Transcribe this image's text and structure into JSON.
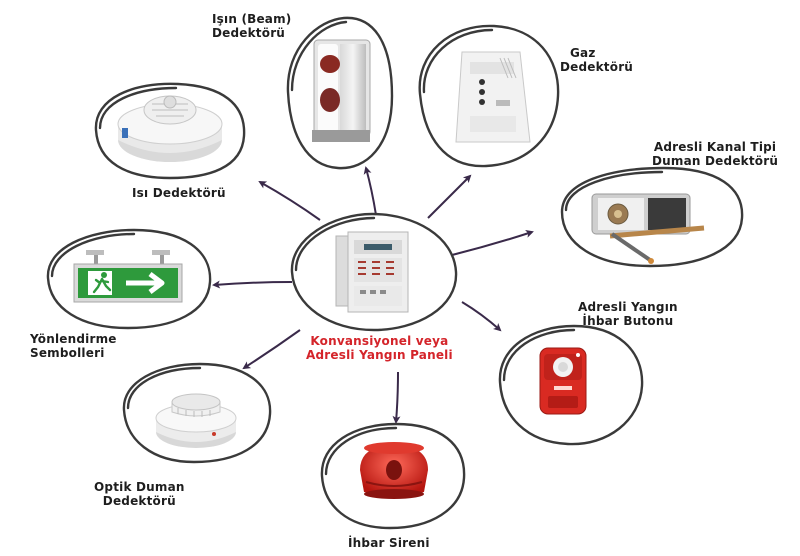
{
  "diagram": {
    "center": {
      "lines": [
        "Konvansiyonel veya",
        "Adresli Yangın Paneli"
      ],
      "color": "#d4242a"
    },
    "nodes": [
      {
        "id": "beam",
        "lines": [
          "Işın (Beam)",
          "Dedektörü"
        ],
        "icon": "beam-detector-icon"
      },
      {
        "id": "gas",
        "lines": [
          "Gaz",
          "Dedektörü"
        ],
        "icon": "gas-detector-icon"
      },
      {
        "id": "heat",
        "lines": [
          "Isı Dedektörü"
        ],
        "icon": "heat-detector-icon"
      },
      {
        "id": "duct",
        "lines": [
          "Adresli Kanal Tipi",
          "Duman Dedektörü"
        ],
        "icon": "duct-smoke-detector-icon"
      },
      {
        "id": "exit",
        "lines": [
          "Yönlendirme",
          "Sembolleri"
        ],
        "icon": "exit-sign-icon"
      },
      {
        "id": "button",
        "lines": [
          "Adresli Yangın",
          "İhbar Butonu"
        ],
        "icon": "fire-alarm-button-icon"
      },
      {
        "id": "optic",
        "lines": [
          "Optik Duman",
          "Dedektörü"
        ],
        "icon": "optical-smoke-detector-icon"
      },
      {
        "id": "siren",
        "lines": [
          "İhbar Sireni"
        ],
        "icon": "alarm-siren-icon"
      }
    ],
    "colors": {
      "ring": "#3a3a3a",
      "arrow": "#3a2a4a",
      "label": "#1e1e1e",
      "accent_red": "#d4242a",
      "sign_green": "#2e9a3c"
    }
  }
}
